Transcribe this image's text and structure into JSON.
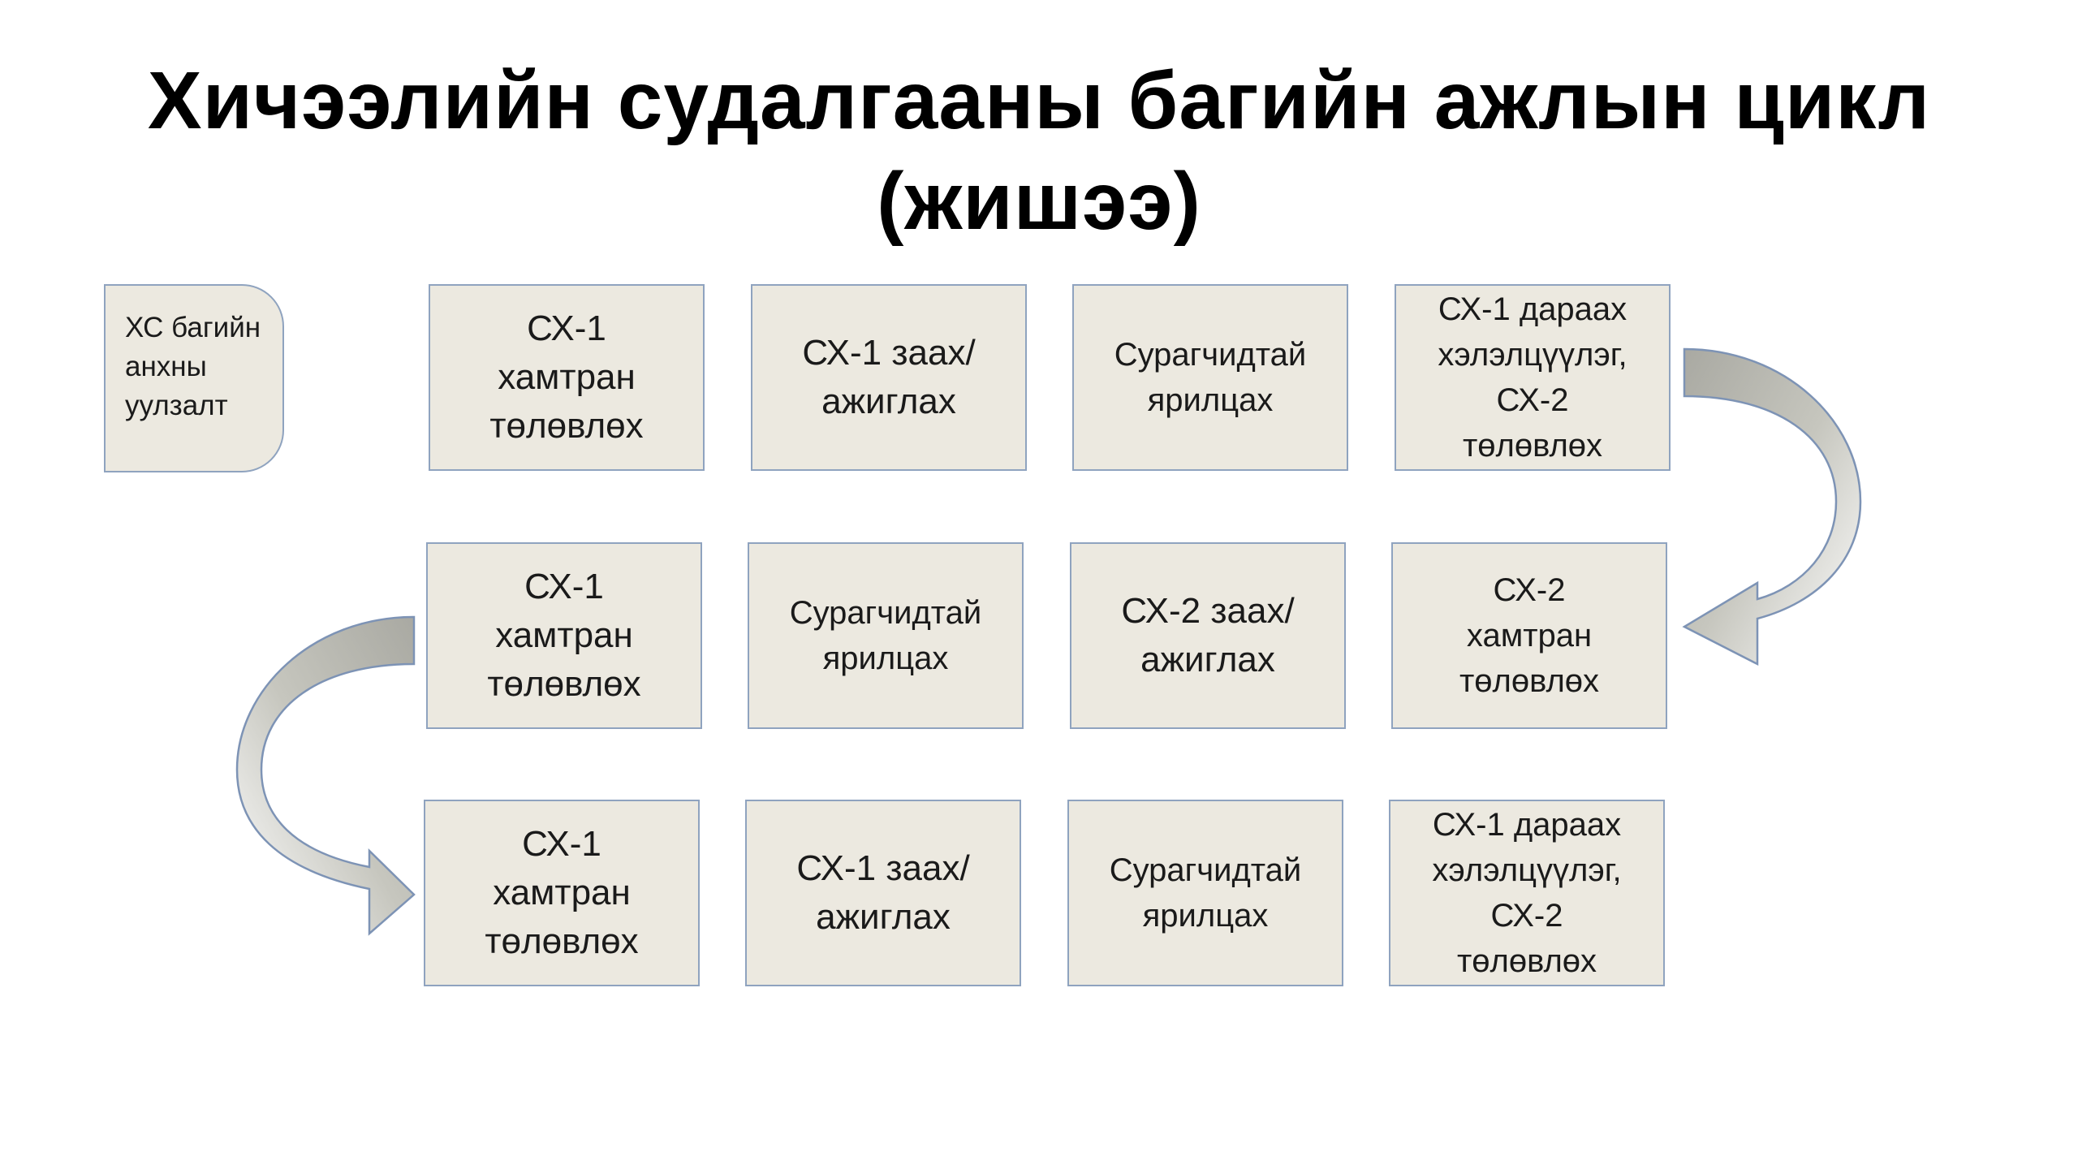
{
  "title": {
    "line1": "Хичээлийн судалгааны багийн ажлын цикл",
    "line2": "(жишээ)"
  },
  "start_box": {
    "label": "ХС багийн\nанхны\nуулзалт"
  },
  "rows": [
    {
      "boxes": [
        {
          "label": "СХ-1\nхамтран\nтөлөвлөх"
        },
        {
          "label": "СХ-1 заах/\nажиглах"
        },
        {
          "label": "Сурагчидтай\nярилцах"
        },
        {
          "label": "СХ-1 дараах\nхэлэлцүүлэг,\nСХ-2\nтөлөвлөх"
        }
      ]
    },
    {
      "boxes": [
        {
          "label": "СХ-1\nхамтран\nтөлөвлөх"
        },
        {
          "label": "Сурагчидтай\nярилцах"
        },
        {
          "label": "СХ-2 заах/\nажиглах"
        },
        {
          "label": "СХ-2\nхамтран\nтөлөвлөх"
        }
      ]
    },
    {
      "boxes": [
        {
          "label": "СХ-1\nхамтран\nтөлөвлөх"
        },
        {
          "label": "СХ-1 заах/\nажиглах"
        },
        {
          "label": "Сурагчидтай\nярилцах"
        },
        {
          "label": "СХ-1 дараах\nхэлэлцүүлэг,\nСХ-2\nтөлөвлөх"
        }
      ]
    }
  ],
  "colors": {
    "box_fill": "#ece9e0",
    "box_border": "#8fa3bf",
    "arrow_fill": "#b8b8b0"
  }
}
